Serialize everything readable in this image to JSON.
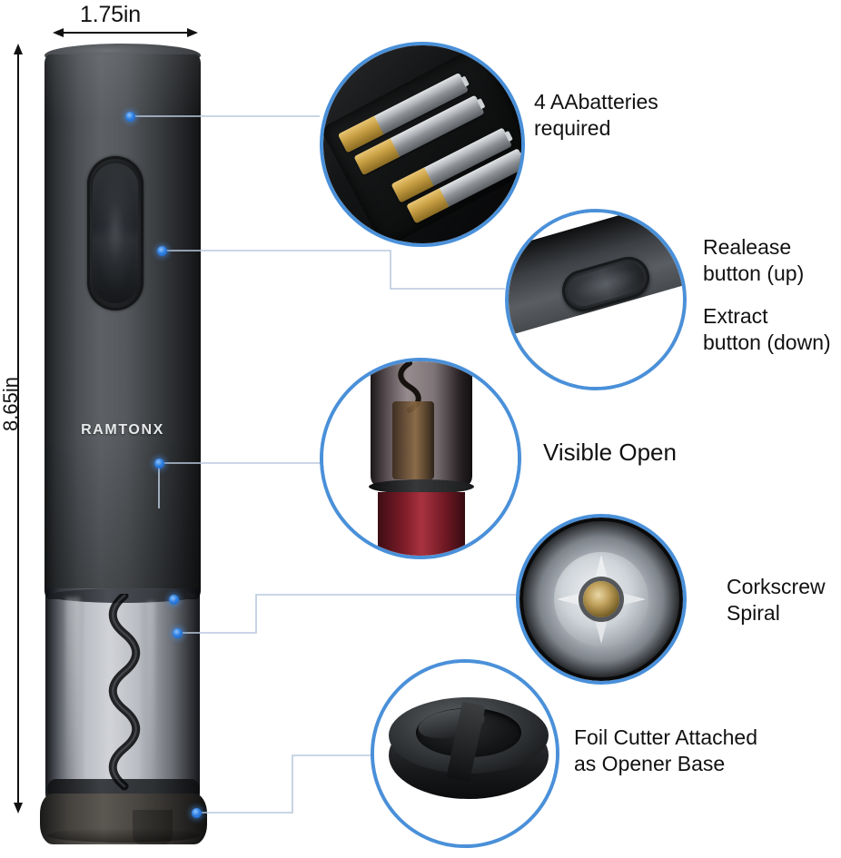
{
  "product": {
    "brand": "RAMTONX",
    "type": "electric wine bottle opener"
  },
  "dimensions": {
    "width_label": "1.75in",
    "height_label": "8.65in"
  },
  "colors": {
    "accent": "#4a90d9",
    "dot": "#2f7fe0",
    "leader_line": "#b9c9dd",
    "text": "#111111",
    "background": "#ffffff"
  },
  "callouts": [
    {
      "id": "batteries",
      "label": "4 AAbatteries\nrequired",
      "icon": "battery-compartment-icon",
      "battery_count": 4
    },
    {
      "id": "release-button",
      "label": "Realease\nbutton (up)",
      "icon": "release-button-icon"
    },
    {
      "id": "extract-button",
      "label": "Extract\nbutton (down)",
      "icon": "extract-button-icon"
    },
    {
      "id": "visible-open",
      "label": "Visible Open",
      "icon": "visible-open-icon"
    },
    {
      "id": "corkscrew-spiral",
      "label": "Corkscrew\nSpiral",
      "icon": "corkscrew-spiral-icon"
    },
    {
      "id": "foil-cutter",
      "label": "Foil Cutter Attached\nas Opener Base",
      "icon": "foil-cutter-icon"
    }
  ]
}
